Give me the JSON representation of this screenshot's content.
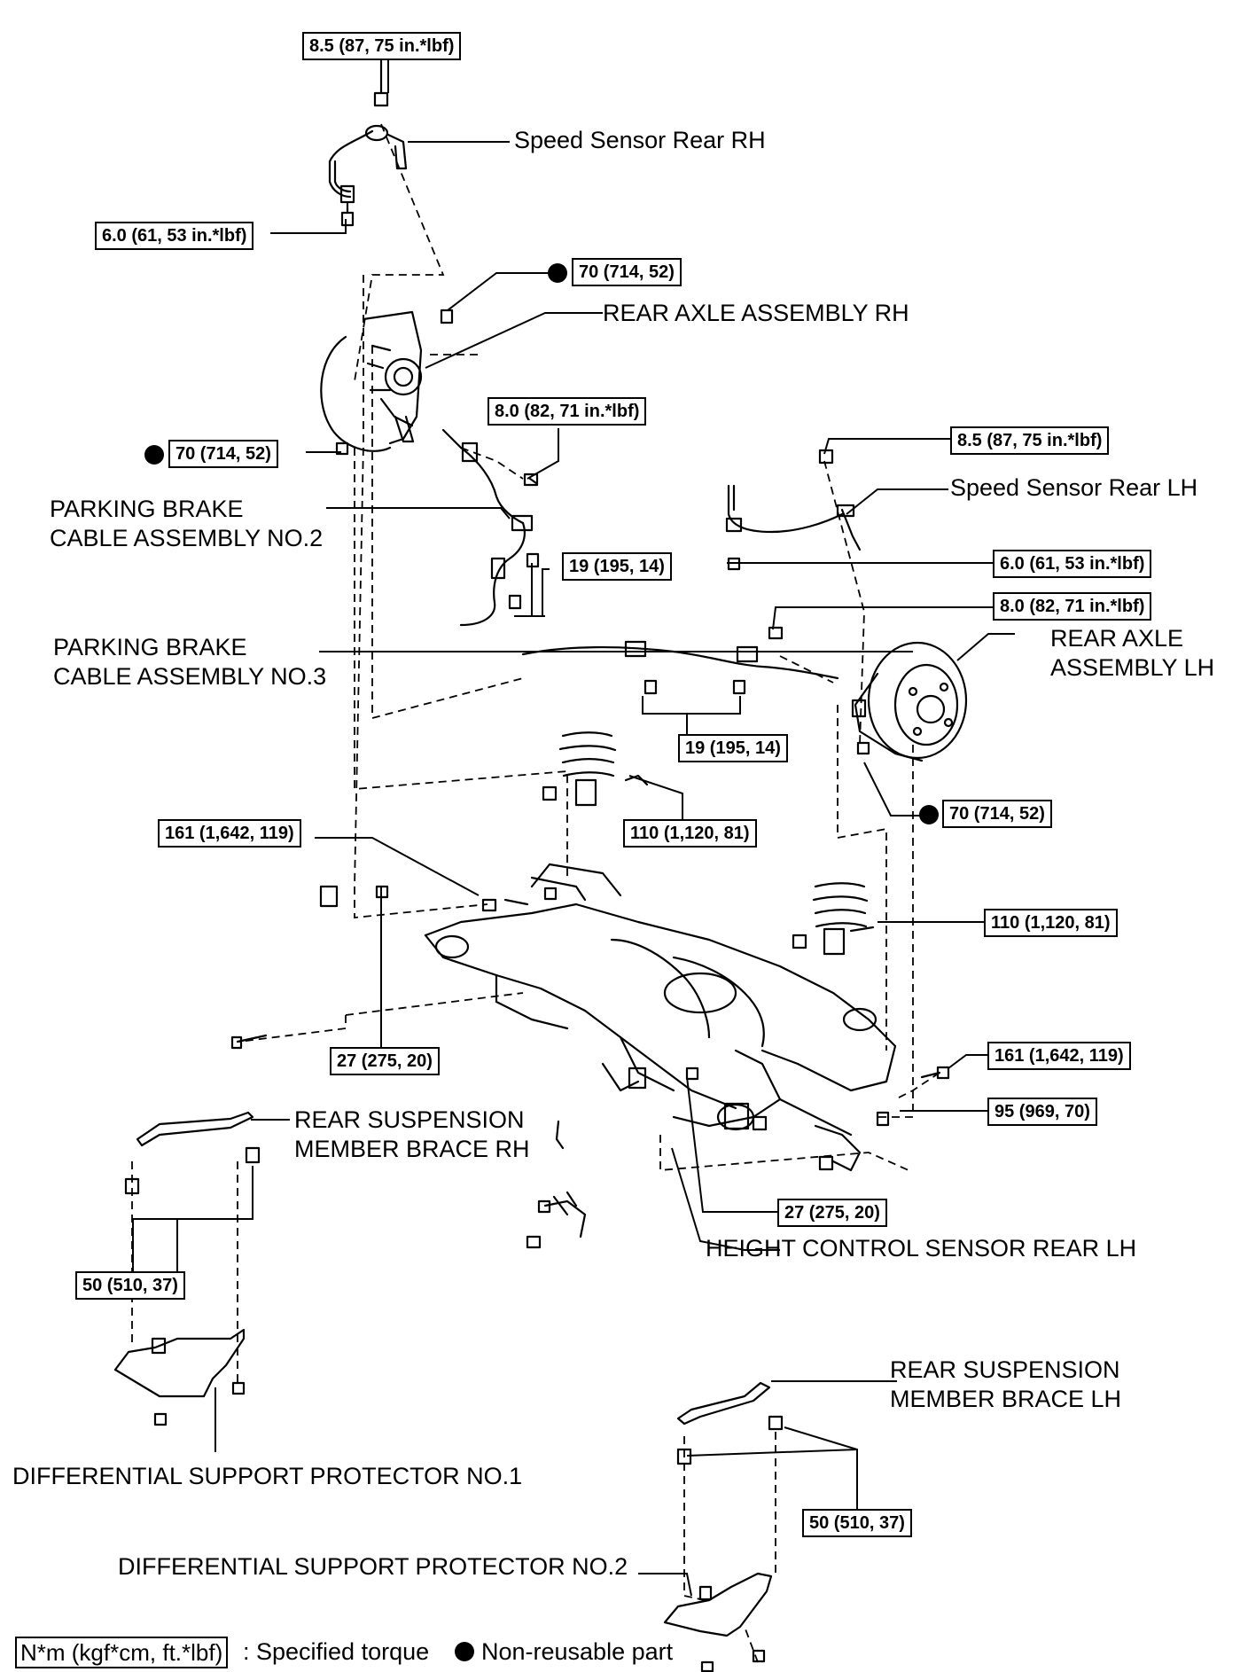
{
  "part_labels": {
    "speed_sensor_rear_rh": "Speed Sensor Rear RH",
    "rear_axle_assembly_rh": "REAR AXLE ASSEMBLY RH",
    "parking_brake_cable_no2": [
      "PARKING BRAKE",
      "CABLE ASSEMBLY NO.2"
    ],
    "speed_sensor_rear_lh": "Speed Sensor Rear LH",
    "parking_brake_cable_no3": [
      "PARKING BRAKE",
      "CABLE ASSEMBLY NO.3"
    ],
    "rear_axle_assembly_lh": [
      "REAR AXLE",
      "ASSEMBLY LH"
    ],
    "rear_suspension_member_brace_rh": [
      "REAR SUSPENSION",
      "MEMBER BRACE RH"
    ],
    "height_control_sensor_rear_lh": "HEIGHT CONTROL SENSOR REAR LH",
    "differential_support_protector_no1": "DIFFERENTIAL SUPPORT PROTECTOR NO.1",
    "rear_suspension_member_brace_lh": [
      "REAR SUSPENSION",
      "MEMBER BRACE LH"
    ],
    "differential_support_protector_no2": "DIFFERENTIAL SUPPORT PROTECTOR NO.2"
  },
  "torque_specs": {
    "sensor_rh_top": "8.5 (87, 75 in.*lbf)",
    "sensor_rh_bottom": "6.0 (61, 53 in.*lbf)",
    "axle_rh_upper_nut": "70 (714, 52)",
    "axle_rh_lower_nut": "70 (714, 52)",
    "cable_no2_bracket": "8.0 (82, 71 in.*lbf)",
    "sensor_lh_top": "8.5 (87, 75 in.*lbf)",
    "cable_no2_bolts": "19 (195, 14)",
    "sensor_lh_bottom": "6.0 (61, 53 in.*lbf)",
    "cable_no3_bracket": "8.0 (82, 71 in.*lbf)",
    "cable_no3_bolts": "19 (195, 14)",
    "axle_lh_nut": "70 (714, 52)",
    "member_rh_front": "161 (1,642, 119)",
    "shock_rh": "110 (1,120, 81)",
    "shock_lh": "110 (1,120, 81)",
    "member_rh_rear": "27 (275, 20)",
    "member_lh_front": "161 (1,642, 119)",
    "arm_lh_nut": "95 (969, 70)",
    "member_lh_rear": "27 (275, 20)",
    "brace_rh_bolts": "50 (510, 37)",
    "brace_lh_bolts": "50 (510, 37)"
  },
  "legend": {
    "box_text": "N*m (kgf*cm, ft.*lbf)",
    "box_caption": ": Specified torque",
    "dot_caption": "Non-reusable part"
  },
  "colors": {
    "ink": "#000000",
    "background": "#ffffff"
  }
}
